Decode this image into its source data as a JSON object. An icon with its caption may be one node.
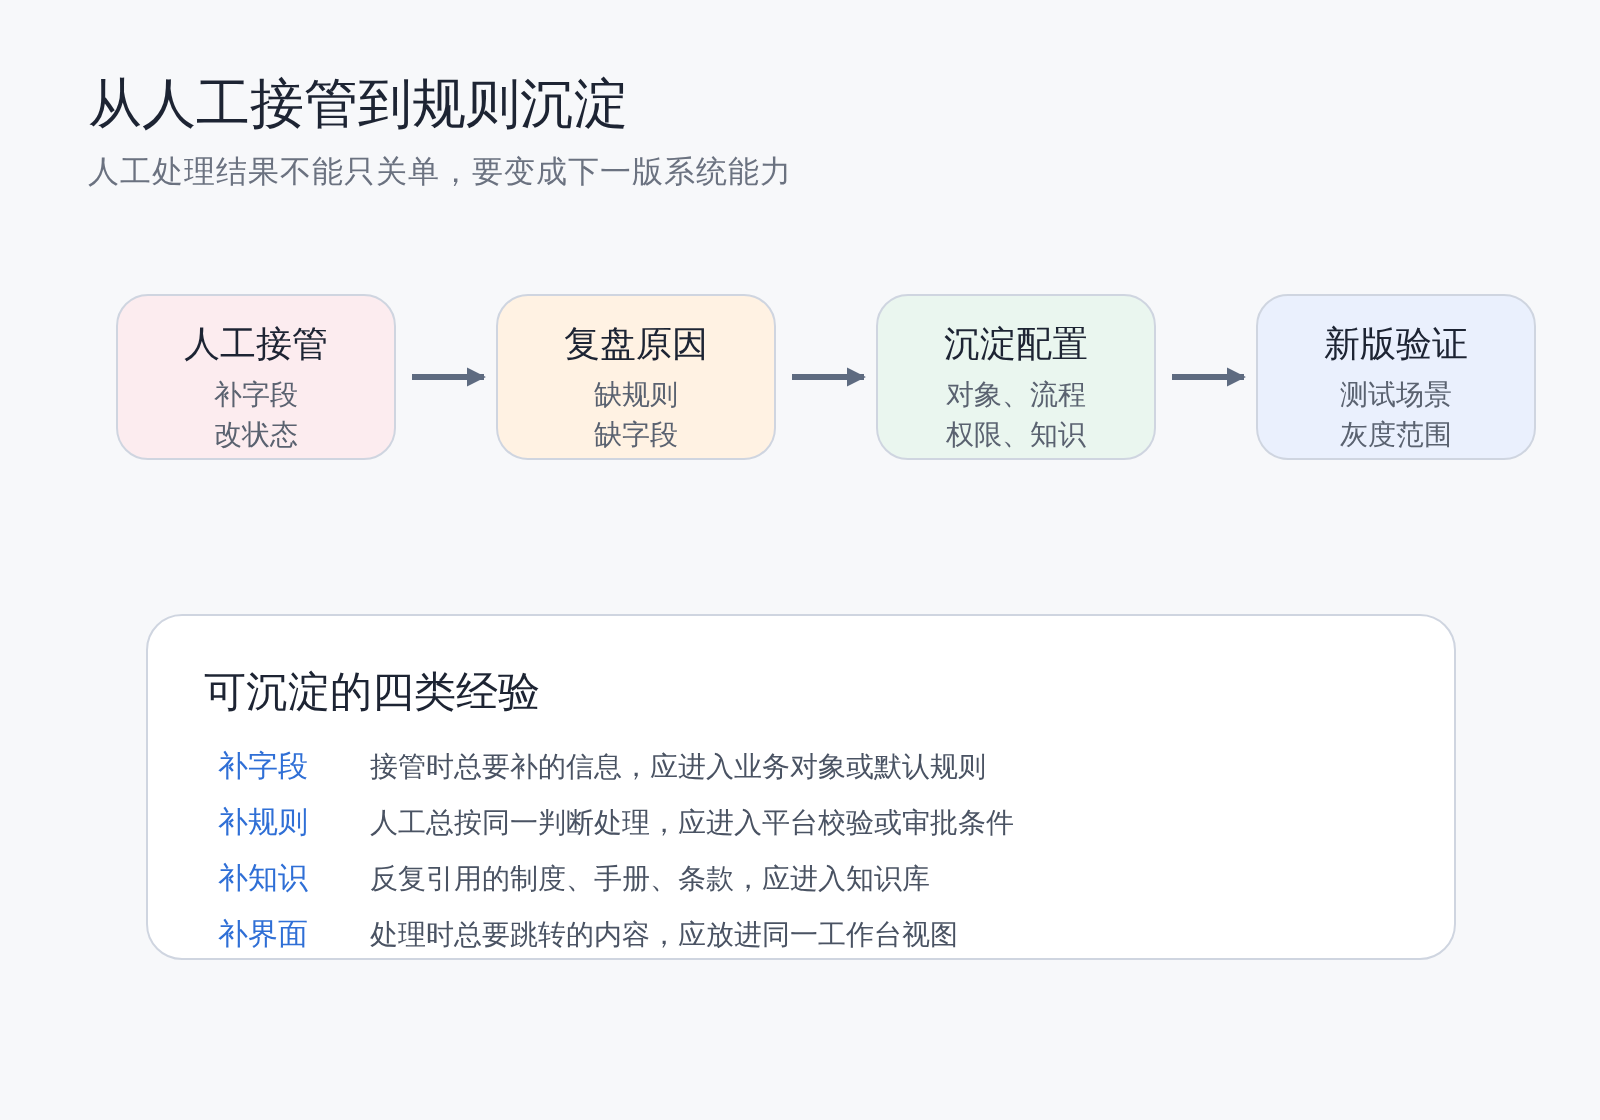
{
  "diagram": {
    "title": "从人工接管到规则沉淀",
    "caption": "人工处理结果不能只关单，要变成下一版系统能力",
    "nodes": [
      {
        "text": [
          "人工接管",
          "补字段",
          "改状态"
        ]
      },
      {
        "text": [
          "复盘原因",
          "缺规则",
          "缺字段"
        ]
      },
      {
        "text": [
          "沉淀配置",
          "对象、流程",
          "权限、知识"
        ]
      },
      {
        "text": [
          "新版验证",
          "测试场景",
          "灰度范围"
        ]
      },
      {
        "text": [
          "可沉淀的四类经验"
        ]
      }
    ],
    "edges": [
      {
        "from": 0,
        "to": 1,
        "arrow": "to"
      },
      {
        "from": 1,
        "to": 2,
        "arrow": "to"
      },
      {
        "from": 2,
        "to": 3,
        "arrow": "to"
      }
    ],
    "labels": [
      "补字段",
      "接管时总要补的信息，应进入业务对象或默认规则",
      "补规则",
      "人工总按同一判断处理，应进入平台校验或审批条件",
      "补知识",
      "反复引用的制度、手册、条款，应进入知识库",
      "补界面",
      "处理时总要跳转的内容，应放进同一工作台视图"
    ]
  }
}
